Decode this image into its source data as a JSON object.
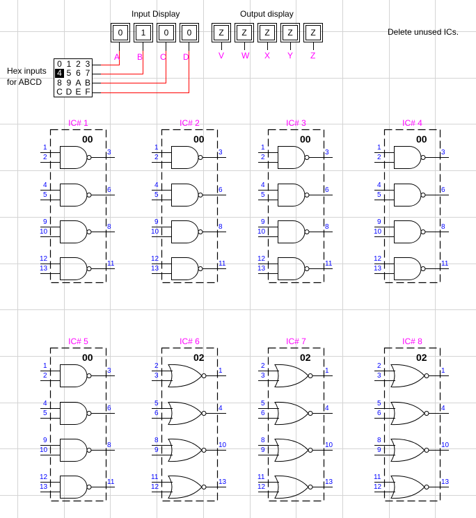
{
  "input_display": {
    "title": "Input Display",
    "values": [
      "0",
      "1",
      "0",
      "0"
    ],
    "labels": [
      "A",
      "B",
      "C",
      "D"
    ]
  },
  "output_display": {
    "title": "Output display",
    "values": [
      "Z",
      "Z",
      "Z",
      "Z",
      "Z"
    ],
    "labels": [
      "V",
      "W",
      "X",
      "Y",
      "Z"
    ]
  },
  "note": "Delete unused ICs.",
  "hex_input": {
    "label_line1": "Hex inputs",
    "label_line2": "for ABCD",
    "keys": [
      [
        "0",
        "1",
        "2",
        "3"
      ],
      [
        "4",
        "5",
        "6",
        "7"
      ],
      [
        "8",
        "9",
        "A",
        "B"
      ],
      [
        "C",
        "D",
        "E",
        "F"
      ]
    ],
    "selected_key": "4"
  },
  "ics": [
    {
      "label": "IC# 1",
      "type": "00",
      "gate": "nand",
      "pins": [
        [
          "1",
          "2",
          "3"
        ],
        [
          "4",
          "5",
          "6"
        ],
        [
          "9",
          "10",
          "8"
        ],
        [
          "12",
          "13",
          "11"
        ]
      ]
    },
    {
      "label": "IC# 2",
      "type": "00",
      "gate": "nand",
      "pins": [
        [
          "1",
          "2",
          "3"
        ],
        [
          "4",
          "5",
          "6"
        ],
        [
          "9",
          "10",
          "8"
        ],
        [
          "12",
          "13",
          "11"
        ]
      ]
    },
    {
      "label": "IC# 3",
      "type": "00",
      "gate": "nand",
      "pins": [
        [
          "1",
          "2",
          "3"
        ],
        [
          "4",
          "5",
          "6"
        ],
        [
          "9",
          "10",
          "8"
        ],
        [
          "12",
          "13",
          "11"
        ]
      ]
    },
    {
      "label": "IC# 4",
      "type": "00",
      "gate": "nand",
      "pins": [
        [
          "1",
          "2",
          "3"
        ],
        [
          "4",
          "5",
          "6"
        ],
        [
          "9",
          "10",
          "8"
        ],
        [
          "12",
          "13",
          "11"
        ]
      ]
    },
    {
      "label": "IC# 5",
      "type": "00",
      "gate": "nand",
      "pins": [
        [
          "1",
          "2",
          "3"
        ],
        [
          "4",
          "5",
          "6"
        ],
        [
          "9",
          "10",
          "8"
        ],
        [
          "12",
          "13",
          "11"
        ]
      ]
    },
    {
      "label": "IC# 6",
      "type": "02",
      "gate": "nor",
      "pins": [
        [
          "2",
          "3",
          "1"
        ],
        [
          "5",
          "6",
          "4"
        ],
        [
          "8",
          "9",
          "10"
        ],
        [
          "11",
          "12",
          "13"
        ]
      ]
    },
    {
      "label": "IC# 7",
      "type": "02",
      "gate": "nor",
      "pins": [
        [
          "2",
          "3",
          "1"
        ],
        [
          "5",
          "6",
          "4"
        ],
        [
          "8",
          "9",
          "10"
        ],
        [
          "11",
          "12",
          "13"
        ]
      ]
    },
    {
      "label": "IC# 8",
      "type": "02",
      "gate": "nor",
      "pins": [
        [
          "2",
          "3",
          "1"
        ],
        [
          "5",
          "6",
          "4"
        ],
        [
          "8",
          "9",
          "10"
        ],
        [
          "11",
          "12",
          "13"
        ]
      ]
    }
  ],
  "colors": {
    "wire": "#ff0000",
    "label": "#ff00ff",
    "pin": "#0000ff",
    "grid": "#d4d4d4"
  }
}
